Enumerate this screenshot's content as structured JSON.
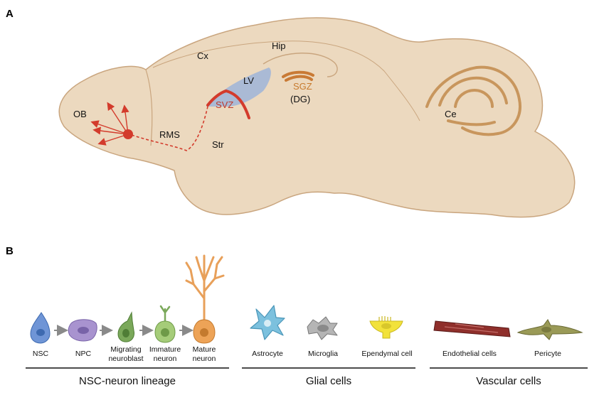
{
  "panels": {
    "a": {
      "letter": "A"
    },
    "b": {
      "letter": "B"
    }
  },
  "regions": {
    "cx": "Cx",
    "hip": "Hip",
    "lv": "LV",
    "sgz": "SGZ",
    "dg": "(DG)",
    "svz": "SVZ",
    "ob": "OB",
    "rms": "RMS",
    "str": "Str",
    "ce": "Ce"
  },
  "cells": {
    "nsc": "NSC",
    "npc": "NPC",
    "migrating_1": "Migrating",
    "migrating_2": "neuroblast",
    "immature_1": "Immature",
    "immature_2": "neuron",
    "mature_1": "Mature",
    "mature_2": "neuron",
    "astrocyte": "Astrocyte",
    "microglia": "Microglia",
    "ependymal": "Ependymal cell",
    "endothelial": "Endothelial cells",
    "pericyte": "Pericyte"
  },
  "groups": {
    "lineage": "NSC-neuron lineage",
    "glial": "Glial cells",
    "vascular": "Vascular cells"
  },
  "colors": {
    "tissue": "#ecd9bf",
    "tissue_edge": "#c9a57e",
    "svz": "#d33b2c",
    "sgz": "#c97a35",
    "lv": "#9fb4d8",
    "nsc": "#6f95d6",
    "npc": "#a893cf",
    "neuroblast": "#7aa85a",
    "immature": "#a5cc79",
    "mature": "#eda357",
    "astrocyte": "#7cc1de",
    "microglia": "#a9a9a9",
    "ependymal": "#f2e23b",
    "endothelial": "#8f2f2b",
    "pericyte": "#9a9a57"
  }
}
